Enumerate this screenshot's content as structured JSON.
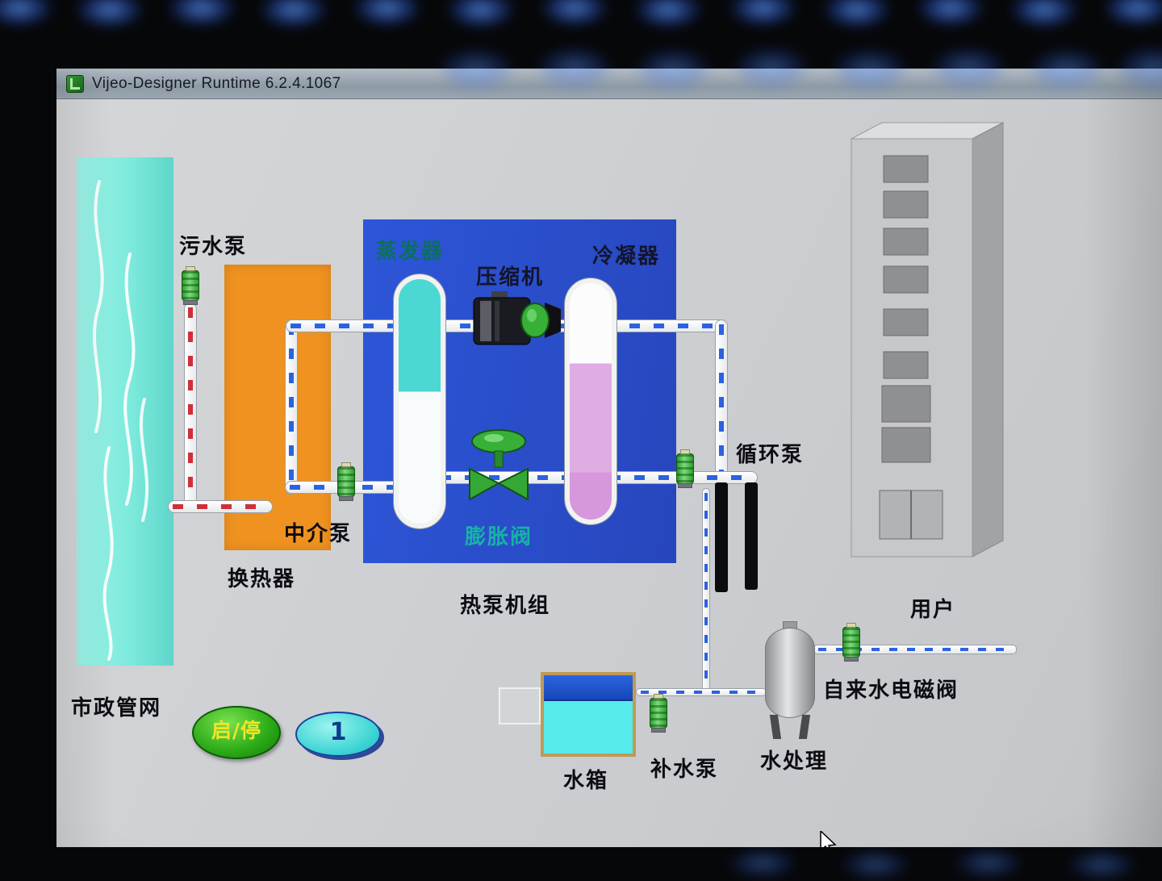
{
  "window": {
    "title": "Vijeo-Designer Runtime 6.2.4.1067",
    "icon": "vijeo-logo"
  },
  "hmi": {
    "labels": {
      "sewage_pump": "污水泵",
      "evaporator": "蒸发器",
      "compressor": "压缩机",
      "condenser": "冷凝器",
      "intermediate_pump": "中介泵",
      "heat_exchanger": "换热器",
      "expansion_valve": "膨胀阀",
      "heat_pump_unit": "热泵机组",
      "circulation_pump": "循环泵",
      "municipal_network": "市政管网",
      "user": "用户",
      "tap_water_valve": "自来水电磁阀",
      "water_tank": "水箱",
      "makeup_pump": "补水泵",
      "water_treatment": "水处理"
    },
    "controls": {
      "start_stop": "启/停",
      "indicator_value": "1"
    },
    "colors": {
      "canvas": "#cdd0d3",
      "heat_pump_unit_box": "#2b51cf",
      "heat_exchanger_box": "#ef9220",
      "river_water": "#8ff0e4",
      "evaporator_fill": "#4cd8d2",
      "condenser_fill": "#e0ace4",
      "device_green": "#35a835",
      "pipe_dash_blue": "#2b62e0",
      "pipe_dash_red": "#cf2f3a",
      "tank_lid": "#1a55d0",
      "tank_water": "#57eaea",
      "start_stop_button": "#2aa816",
      "indicator_button": "#3cd4d4"
    }
  }
}
